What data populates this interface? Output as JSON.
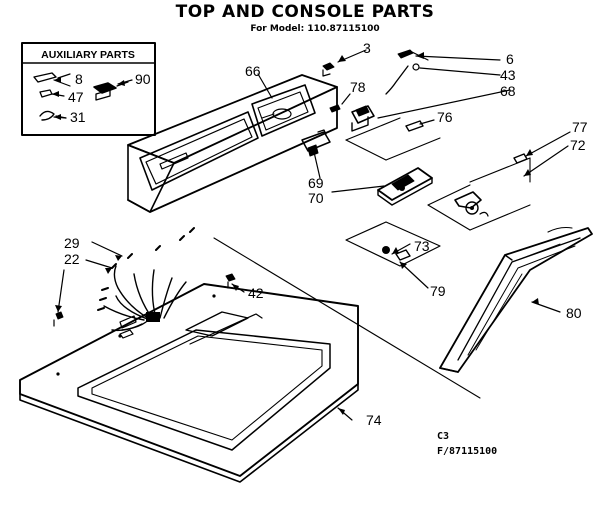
{
  "title": "TOP AND CONSOLE PARTS",
  "subtitle": "For Model: 110.87115100",
  "aux_box": {
    "label": "AUXILIARY PARTS"
  },
  "footer": {
    "code1": "C3",
    "code2": "F/87115100"
  },
  "part_labels": [
    {
      "id": "p3",
      "text": "3"
    },
    {
      "id": "p6",
      "text": "6"
    },
    {
      "id": "p43",
      "text": "43"
    },
    {
      "id": "p66",
      "text": "66"
    },
    {
      "id": "p78",
      "text": "78"
    },
    {
      "id": "p68",
      "text": "68"
    },
    {
      "id": "p76",
      "text": "76"
    },
    {
      "id": "p77",
      "text": "77"
    },
    {
      "id": "p72",
      "text": "72"
    },
    {
      "id": "p69",
      "text": "69"
    },
    {
      "id": "p70",
      "text": "70"
    },
    {
      "id": "p73",
      "text": "73"
    },
    {
      "id": "p79",
      "text": "79"
    },
    {
      "id": "p80",
      "text": "80"
    },
    {
      "id": "p29",
      "text": "29"
    },
    {
      "id": "p22",
      "text": "22"
    },
    {
      "id": "p42",
      "text": "42"
    },
    {
      "id": "p74",
      "text": "74"
    },
    {
      "id": "p8",
      "text": "8"
    },
    {
      "id": "p47",
      "text": "47"
    },
    {
      "id": "p90",
      "text": "90"
    },
    {
      "id": "p31",
      "text": "31"
    }
  ]
}
